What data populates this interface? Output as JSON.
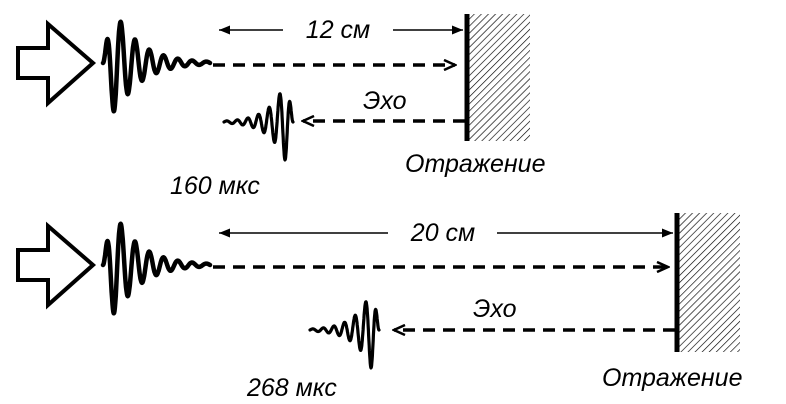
{
  "panels": [
    {
      "distance_label": "12 см",
      "echo_label": "Эхо",
      "time_label": "160 мкс",
      "reflector_label": "Отражение"
    },
    {
      "distance_label": "20 см",
      "echo_label": "Эхо",
      "time_label": "268 мкс",
      "reflector_label": "Отражение"
    }
  ],
  "colors": {
    "ink": "#000000",
    "background": "#ffffff"
  },
  "icons": [
    "transmit-arrow-icon",
    "pulse-wave-icon",
    "echo-wave-icon",
    "reflector-wall-icon"
  ]
}
